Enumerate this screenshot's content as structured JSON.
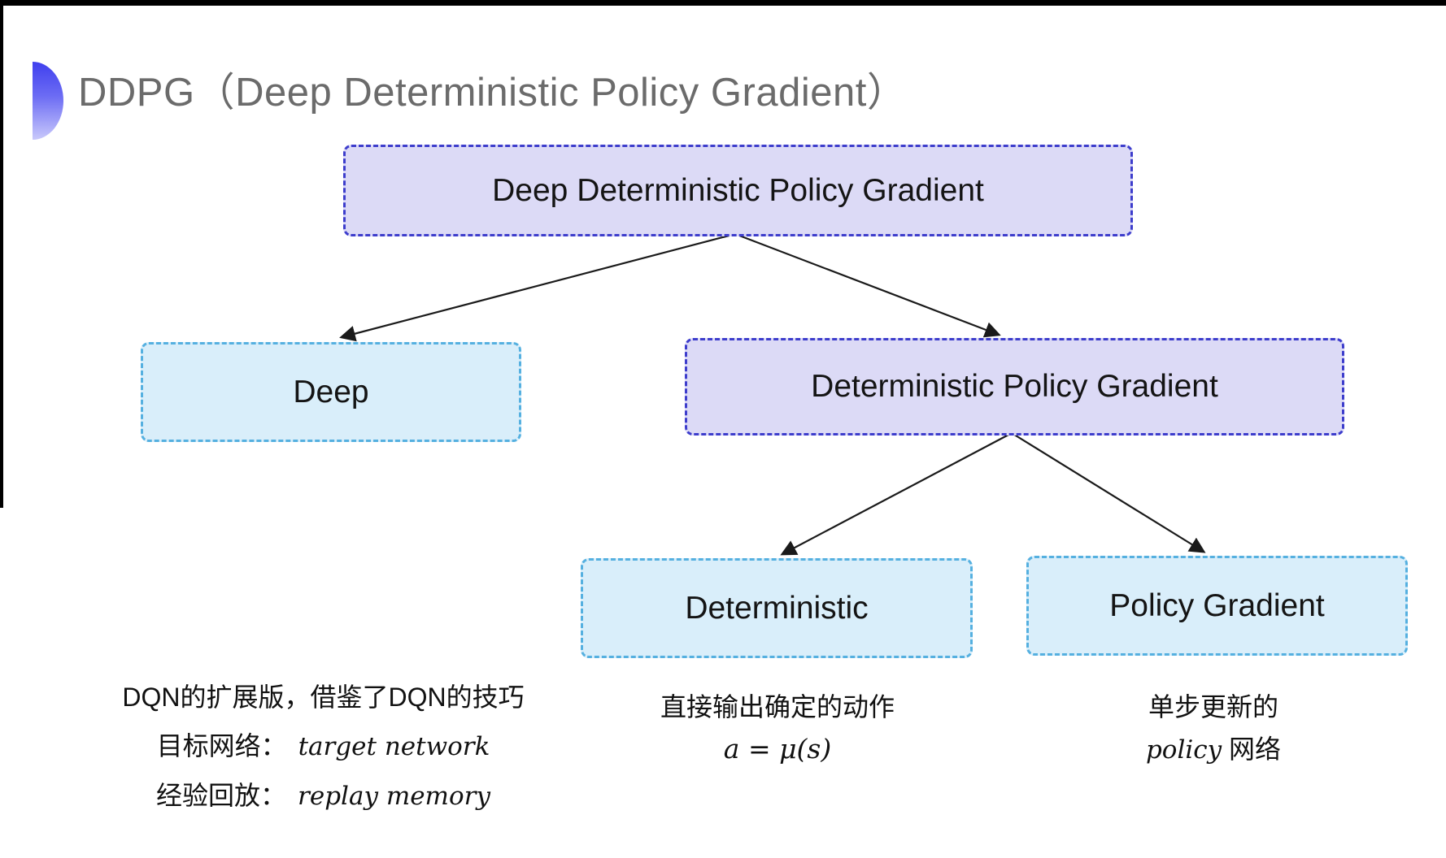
{
  "title": {
    "text": "DDPG（Deep Deterministic Policy Gradient）"
  },
  "colors": {
    "title_text": "#6b6b6b",
    "bullet_gradient_top": "#3f3fee",
    "bullet_gradient_bottom": "#c9c9fb",
    "purple_node_fill": "#dcdaf6",
    "purple_node_border": "#3d3dcc",
    "cyan_node_fill": "#d9eefa",
    "cyan_node_border": "#55b0e0",
    "arrow": "#1a1a1a",
    "frame_border": "#000000"
  },
  "diagram": {
    "type": "tree",
    "nodes": [
      {
        "id": "root",
        "label": "Deep Deterministic Policy Gradient",
        "variant": "purple"
      },
      {
        "id": "deep",
        "label": "Deep",
        "variant": "cyan"
      },
      {
        "id": "dpg",
        "label": "Deterministic Policy Gradient",
        "variant": "purple"
      },
      {
        "id": "deterministic",
        "label": "Deterministic",
        "variant": "cyan"
      },
      {
        "id": "policy-gradient",
        "label": "Policy Gradient",
        "variant": "cyan"
      }
    ],
    "edges": [
      {
        "from": "root",
        "to": "deep"
      },
      {
        "from": "root",
        "to": "dpg"
      },
      {
        "from": "dpg",
        "to": "deterministic"
      },
      {
        "from": "dpg",
        "to": "policy-gradient"
      }
    ]
  },
  "notes": {
    "deep": {
      "line1": "DQN的扩展版，借鉴了DQN的技巧",
      "items": [
        {
          "zh": "目标网络：",
          "en": "target network"
        },
        {
          "zh": "经验回放：",
          "en": "replay memory"
        }
      ]
    },
    "deterministic": {
      "line1": "直接输出确定的动作",
      "formula": "a = μ(s)"
    },
    "policy_gradient": {
      "line1": "单步更新的",
      "en": "policy",
      "zh": "网络"
    }
  }
}
